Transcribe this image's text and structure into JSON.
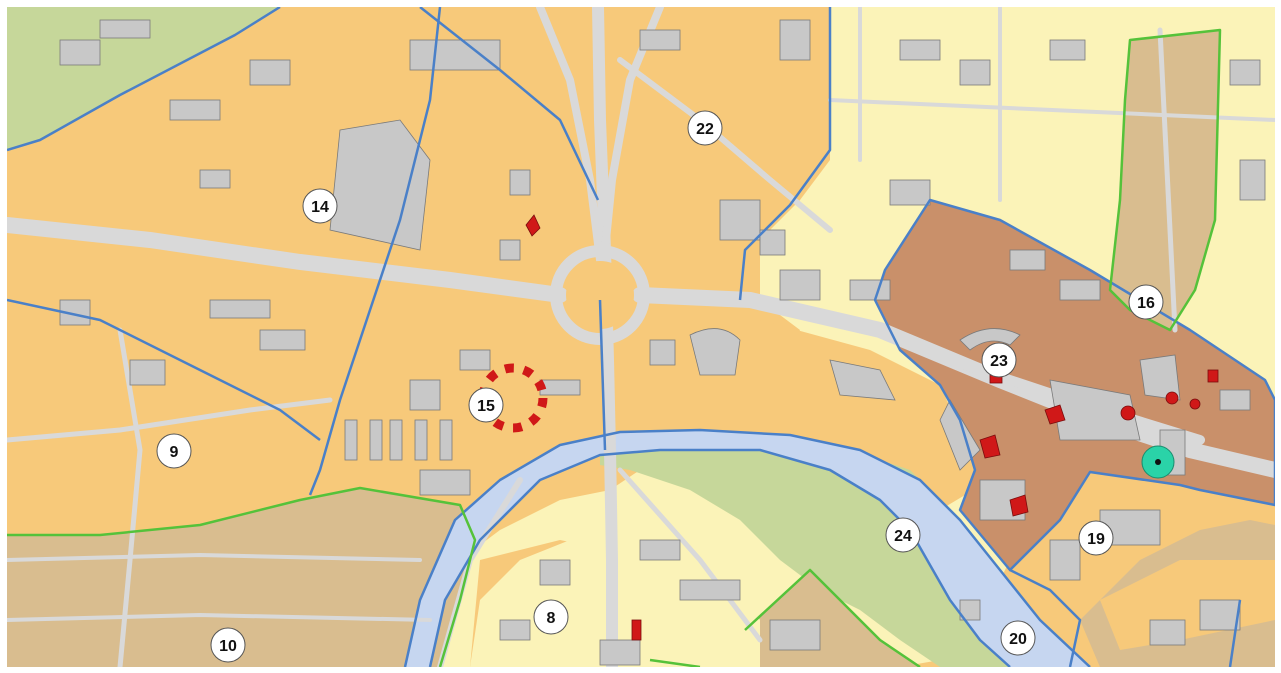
{
  "map": {
    "colors": {
      "orange_zone": "#f7c97a",
      "light_yellow_zone": "#fbf3b8",
      "brown_zone": "#c9906a",
      "tan_zone": "#d9bd8f",
      "green_zone": "#c6d79a",
      "river": "#c6d6f0",
      "road": "#d9d9d9",
      "building": "#c8c8c8",
      "blue_boundary": "#4a80c8",
      "green_boundary": "#55c23a",
      "highlight_red": "#d01818",
      "marker_teal": "#2ad3a8"
    },
    "zones": [
      {
        "id": "z8",
        "label": "8"
      },
      {
        "id": "z9",
        "label": "9"
      },
      {
        "id": "z10",
        "label": "10"
      },
      {
        "id": "z14",
        "label": "14"
      },
      {
        "id": "z15",
        "label": "15"
      },
      {
        "id": "z16",
        "label": "16"
      },
      {
        "id": "z19",
        "label": "19"
      },
      {
        "id": "z20",
        "label": "20"
      },
      {
        "id": "z22",
        "label": "22"
      },
      {
        "id": "z23",
        "label": "23"
      },
      {
        "id": "z24",
        "label": "24"
      }
    ]
  }
}
